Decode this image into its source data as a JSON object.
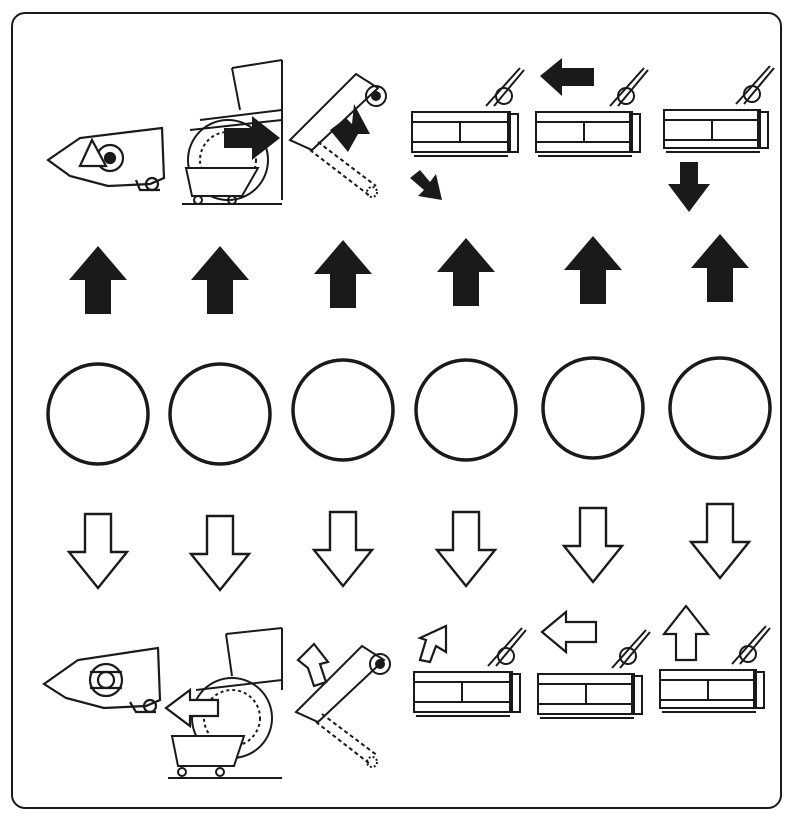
{
  "diagram": {
    "columns": [
      {
        "id": "sweeper-rotor",
        "top_symbol": "sweeper-rotor-icon",
        "bottom_symbol": "sweeper-rotor-reverse-icon"
      },
      {
        "id": "tractor-shield",
        "top_symbol": "tractor-shield-forward-icon",
        "bottom_symbol": "tractor-shield-back-icon"
      },
      {
        "id": "lift-arm",
        "top_symbol": "lift-arm-down-icon",
        "bottom_symbol": "lift-arm-up-icon"
      },
      {
        "id": "mower-tilt",
        "top_symbol": "mower-tilt-down-icon",
        "bottom_symbol": "mower-tilt-up-icon"
      },
      {
        "id": "mower-shift",
        "top_symbol": "mower-shift-left-icon",
        "bottom_symbol": "mower-shift-left-outline-icon"
      },
      {
        "id": "mower-lift",
        "top_symbol": "mower-lower-icon",
        "bottom_symbol": "mower-raise-icon"
      }
    ],
    "row_symbols": {
      "up": "solid-up-arrow-icon",
      "selector": "selector-circle-icon",
      "down": "outline-down-arrow-icon"
    },
    "colors": {
      "ink": "#1a1a1a",
      "paper": "#ffffff"
    }
  }
}
